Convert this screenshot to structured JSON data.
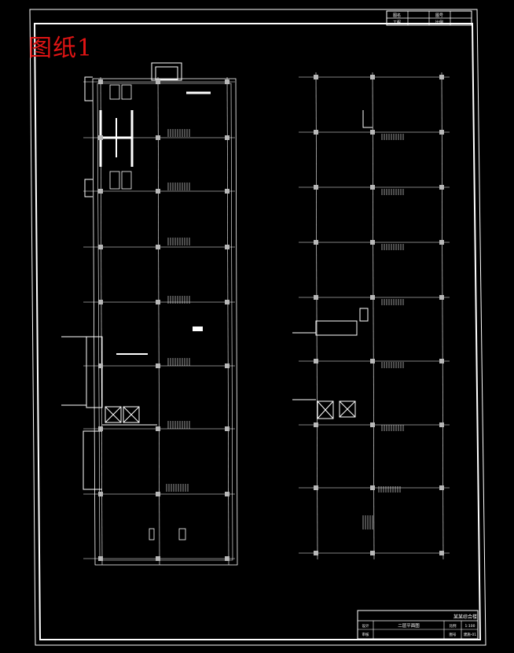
{
  "drawing": {
    "watermark": "图纸1",
    "title_block": {
      "header": "某某综合楼",
      "sheet_name": "二层平面图",
      "cells": [
        "比例",
        "1:100",
        "图号",
        "建施-01",
        "设计",
        "审核"
      ]
    },
    "corner_block": [
      "图名",
      "图号",
      "工程",
      "比例"
    ],
    "colors": {
      "background": "#000000",
      "lines": "#ffffff",
      "grid_nodes": "#b8b8b8",
      "watermark": "#e01414"
    }
  }
}
